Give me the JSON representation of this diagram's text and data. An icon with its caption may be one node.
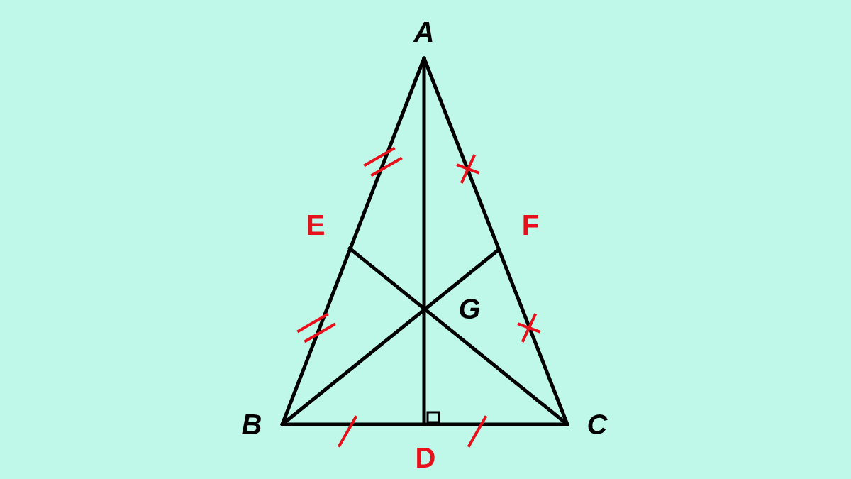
{
  "diagram": {
    "labels": [
      "A",
      "E",
      "F",
      "G",
      "B",
      "C",
      "D"
    ]
  }
}
